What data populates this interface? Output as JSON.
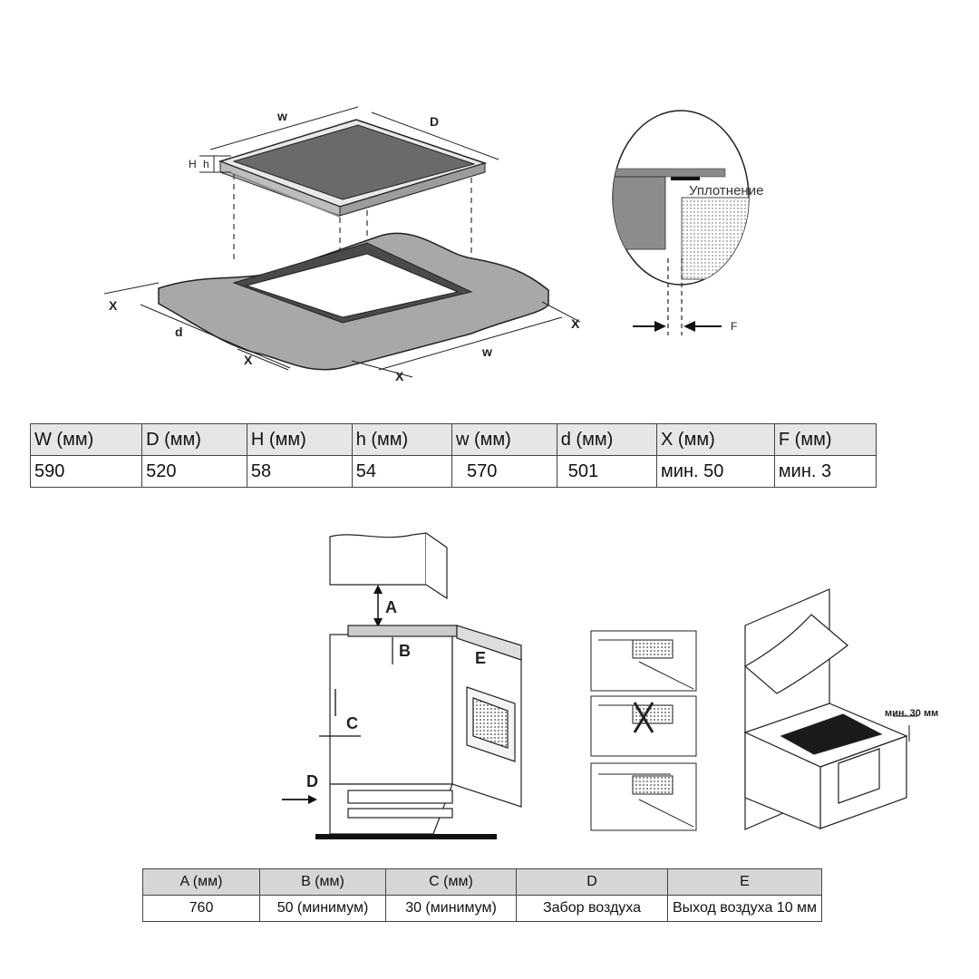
{
  "diagram_top": {
    "hob": {
      "w": "w",
      "D": "D",
      "H": "H",
      "h": "h"
    },
    "cutout": {
      "x_left": "X",
      "d": "d",
      "x_bottom_left": "X",
      "x_bottom_mid": "X",
      "w": "w",
      "x_right": "X"
    },
    "detail": {
      "seal": "Уплотнение",
      "F": "F"
    }
  },
  "dims_table": {
    "headers": [
      "W (мм)",
      "D (мм)",
      "H (мм)",
      "h (мм)",
      "w (мм)",
      "d (мм)",
      "X (мм)",
      "F (мм)"
    ],
    "values": [
      "590",
      "520",
      "58",
      "54",
      "570",
      "501",
      "мин. 50",
      "мин. 3"
    ]
  },
  "diagram_bottom": {
    "A": "A",
    "B": "B",
    "C": "C",
    "D": "D",
    "E": "E",
    "min_gap": "мин. 30 мм"
  },
  "clear_table": {
    "headers": [
      "A (мм)",
      "B (мм)",
      "C (мм)",
      "D",
      "E"
    ],
    "values": [
      "760",
      "50 (минимум)",
      "30 (минимум)",
      "Забор воздуха",
      "Выход воздуха 10 мм"
    ]
  }
}
